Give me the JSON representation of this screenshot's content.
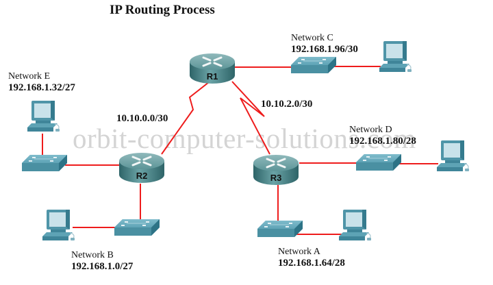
{
  "title": "IP Routing Process",
  "watermark": "orbit-computer-solutions.com",
  "colors": {
    "link": "#ee1c1c",
    "device": "#4a8e9e",
    "device_dark": "#2f6e7c",
    "device_light": "#9cc9d4",
    "router_body": "#3e7a80"
  },
  "routers": [
    {
      "id": "R1",
      "label": "R1"
    },
    {
      "id": "R2",
      "label": "R2"
    },
    {
      "id": "R3",
      "label": "R3"
    }
  ],
  "serial_links": [
    {
      "between": [
        "R1",
        "R2"
      ],
      "network": "10.10.0.0/30"
    },
    {
      "between": [
        "R1",
        "R3"
      ],
      "network": "10.10.2.0/30"
    }
  ],
  "networks": [
    {
      "id": "A",
      "name": "Network A",
      "address": "192.168.1.64/28",
      "router": "R3"
    },
    {
      "id": "B",
      "name": "Network B",
      "address": "192.168.1.0/27",
      "router": "R2"
    },
    {
      "id": "C",
      "name": "Network C",
      "address": "192.168.1.96/30",
      "router": "R1"
    },
    {
      "id": "D",
      "name": "Network D",
      "address": "192.168.1.80/28",
      "router": "R3"
    },
    {
      "id": "E",
      "name": "Network E",
      "address": "192.168.1.32/27",
      "router": "R2"
    }
  ]
}
